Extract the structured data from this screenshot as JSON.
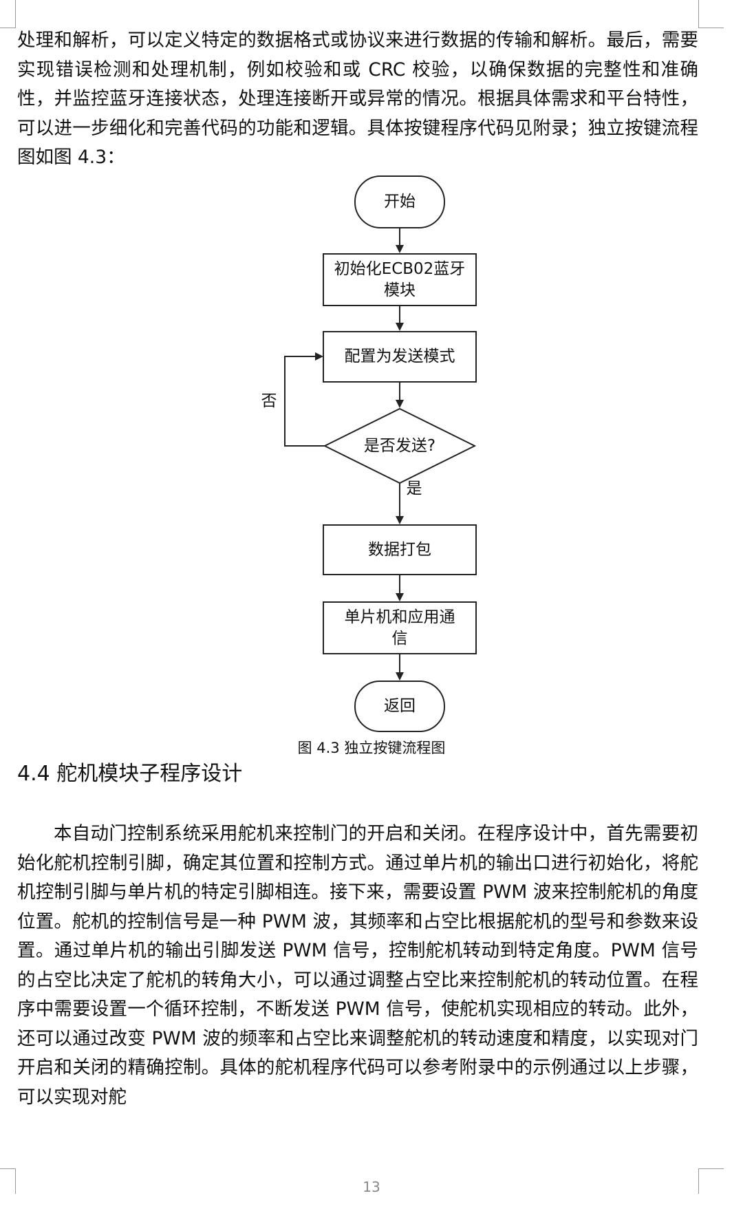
{
  "document": {
    "paragraph_top": "处理和解析，可以定义特定的数据格式或协议来进行数据的传输和解析。最后，需要实现错误检测和处理机制，例如校验和或 CRC 校验，以确保数据的完整性和准确性，并监控蓝牙连接状态，处理连接断开或异常的情况。根据具体需求和平台特性，可以进一步细化和完善代码的功能和逻辑。具体按键程序代码见附录；独立按键流程图如图 4.3：",
    "flowchart": {
      "start": "开始",
      "init_line1": "初始化ECB02蓝牙",
      "init_line2": "模块",
      "config": "配置为发送模式",
      "decision": "是否发送?",
      "label_no": "否",
      "label_yes": "是",
      "pack": "数据打包",
      "comm_line1": "单片机和应用通",
      "comm_line2": "信",
      "end": "返回"
    },
    "caption": "图 4.3 独立按键流程图",
    "section_heading": "4.4 舵机模块子程序设计",
    "paragraph_bottom": "本自动门控制系统采用舵机来控制门的开启和关闭。在程序设计中，首先需要初始化舵机控制引脚，确定其位置和控制方式。通过单片机的输出口进行初始化，将舵机控制引脚与单片机的特定引脚相连。接下来，需要设置 PWM 波来控制舵机的角度位置。舵机的控制信号是一种 PWM 波，其频率和占空比根据舵机的型号和参数来设置。通过单片机的输出引脚发送 PWM 信号，控制舵机转动到特定角度。PWM 信号的占空比决定了舵机的转角大小，可以通过调整占空比来控制舵机的转动位置。在程序中需要设置一个循环控制，不断发送 PWM 信号，使舵机实现相应的转动。此外，还可以通过改变 PWM 波的频率和占空比来调整舵机的转动速度和精度，以实现对门开启和关闭的精确控制。具体的舵机程序代码可以参考附录中的示例通过以上步骤，可以实现对舵",
    "page_number": "13"
  }
}
